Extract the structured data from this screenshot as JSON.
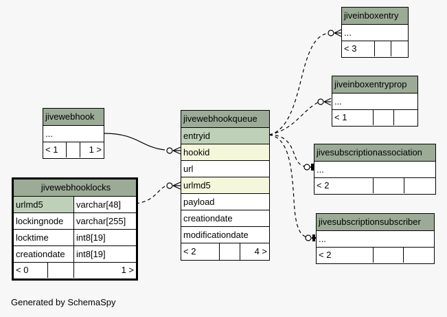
{
  "generated_by": "Generated by SchemaSpy",
  "tables": {
    "jiveinboxentry": {
      "name": "jiveinboxentry",
      "row": "...",
      "footer": [
        "< 3",
        "",
        ""
      ]
    },
    "jiveinboxentryprop": {
      "name": "jiveinboxentryprop",
      "row": "...",
      "footer": [
        "< 1",
        "",
        ""
      ]
    },
    "jivewebhook": {
      "name": "jivewebhook",
      "row": "...",
      "footer": [
        "< 1",
        "",
        "1 >"
      ]
    },
    "jivewebhookqueue": {
      "name": "jivewebhookqueue",
      "columns": [
        "entryid",
        "hookid",
        "url",
        "urlmd5",
        "payload",
        "creationdate",
        "modificationdate"
      ],
      "footer": [
        "< 2",
        "",
        "4 >"
      ]
    },
    "jivesubscriptionassociation": {
      "name": "jivesubscriptionassociation",
      "row": "...",
      "footer": [
        "< 2",
        "",
        ""
      ]
    },
    "jivesubscriptionsubscriber": {
      "name": "jivesubscriptionsubscriber",
      "row": "...",
      "footer": [
        "< 2",
        "",
        ""
      ]
    },
    "jivewebhooklocks": {
      "name": "jivewebhooklocks",
      "columns": [
        {
          "name": "urlmd5",
          "type": "varchar[48]"
        },
        {
          "name": "lockingnode",
          "type": "varchar[255]"
        },
        {
          "name": "locktime",
          "type": "int8[19]"
        },
        {
          "name": "creationdate",
          "type": "int8[19]"
        }
      ],
      "footer": [
        "< 0",
        "",
        "1 >"
      ]
    }
  },
  "colors": {
    "header": "#9bab96",
    "primary_key": "#bed1b8",
    "foreign_key": "#f4f7da",
    "background": "#f7f7f7"
  }
}
